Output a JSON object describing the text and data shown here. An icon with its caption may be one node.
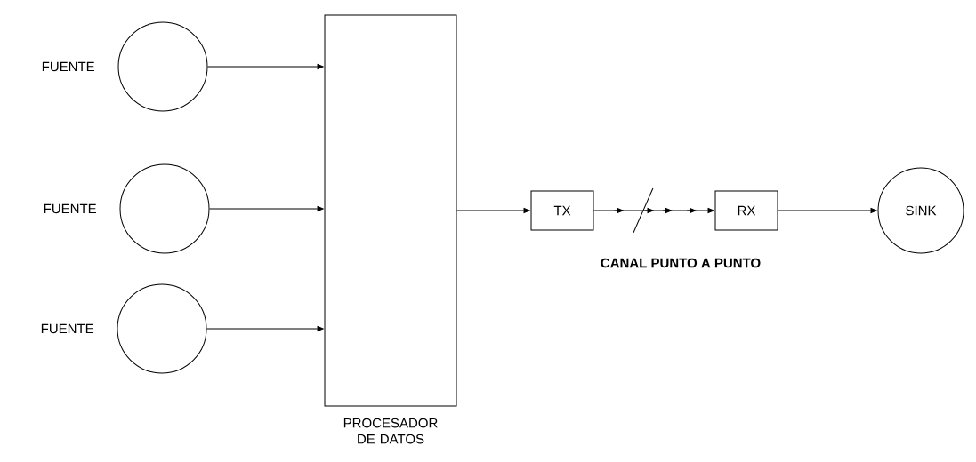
{
  "diagram": {
    "nodes": [
      {
        "text": [],
        "shape": "circle",
        "beside": [
          "FUENTE"
        ]
      },
      {
        "text": [],
        "shape": "circle",
        "beside": [
          "FUENTE"
        ]
      },
      {
        "text": [],
        "shape": "circle",
        "beside": [
          "FUENTE"
        ]
      },
      {
        "text": [
          "PROCESADOR DE DATOS"
        ]
      },
      {
        "text": [
          "TX"
        ]
      },
      {
        "text": [
          "RX"
        ]
      },
      {
        "text": [
          "SINK"
        ]
      }
    ],
    "edges": [
      {
        "from": 0,
        "to": 3,
        "arrow": "to"
      },
      {
        "from": 1,
        "to": 3,
        "arrow": "to"
      },
      {
        "from": 2,
        "to": 3,
        "arrow": "to"
      },
      {
        "from": 3,
        "to": 4,
        "arrow": "to"
      },
      {
        "from": 4,
        "to": 5,
        "arrow": "to"
      },
      {
        "from": 5,
        "to": 6,
        "arrow": "to"
      }
    ],
    "labels": [
      "CANAL PUNTO A PUNTO"
    ]
  }
}
